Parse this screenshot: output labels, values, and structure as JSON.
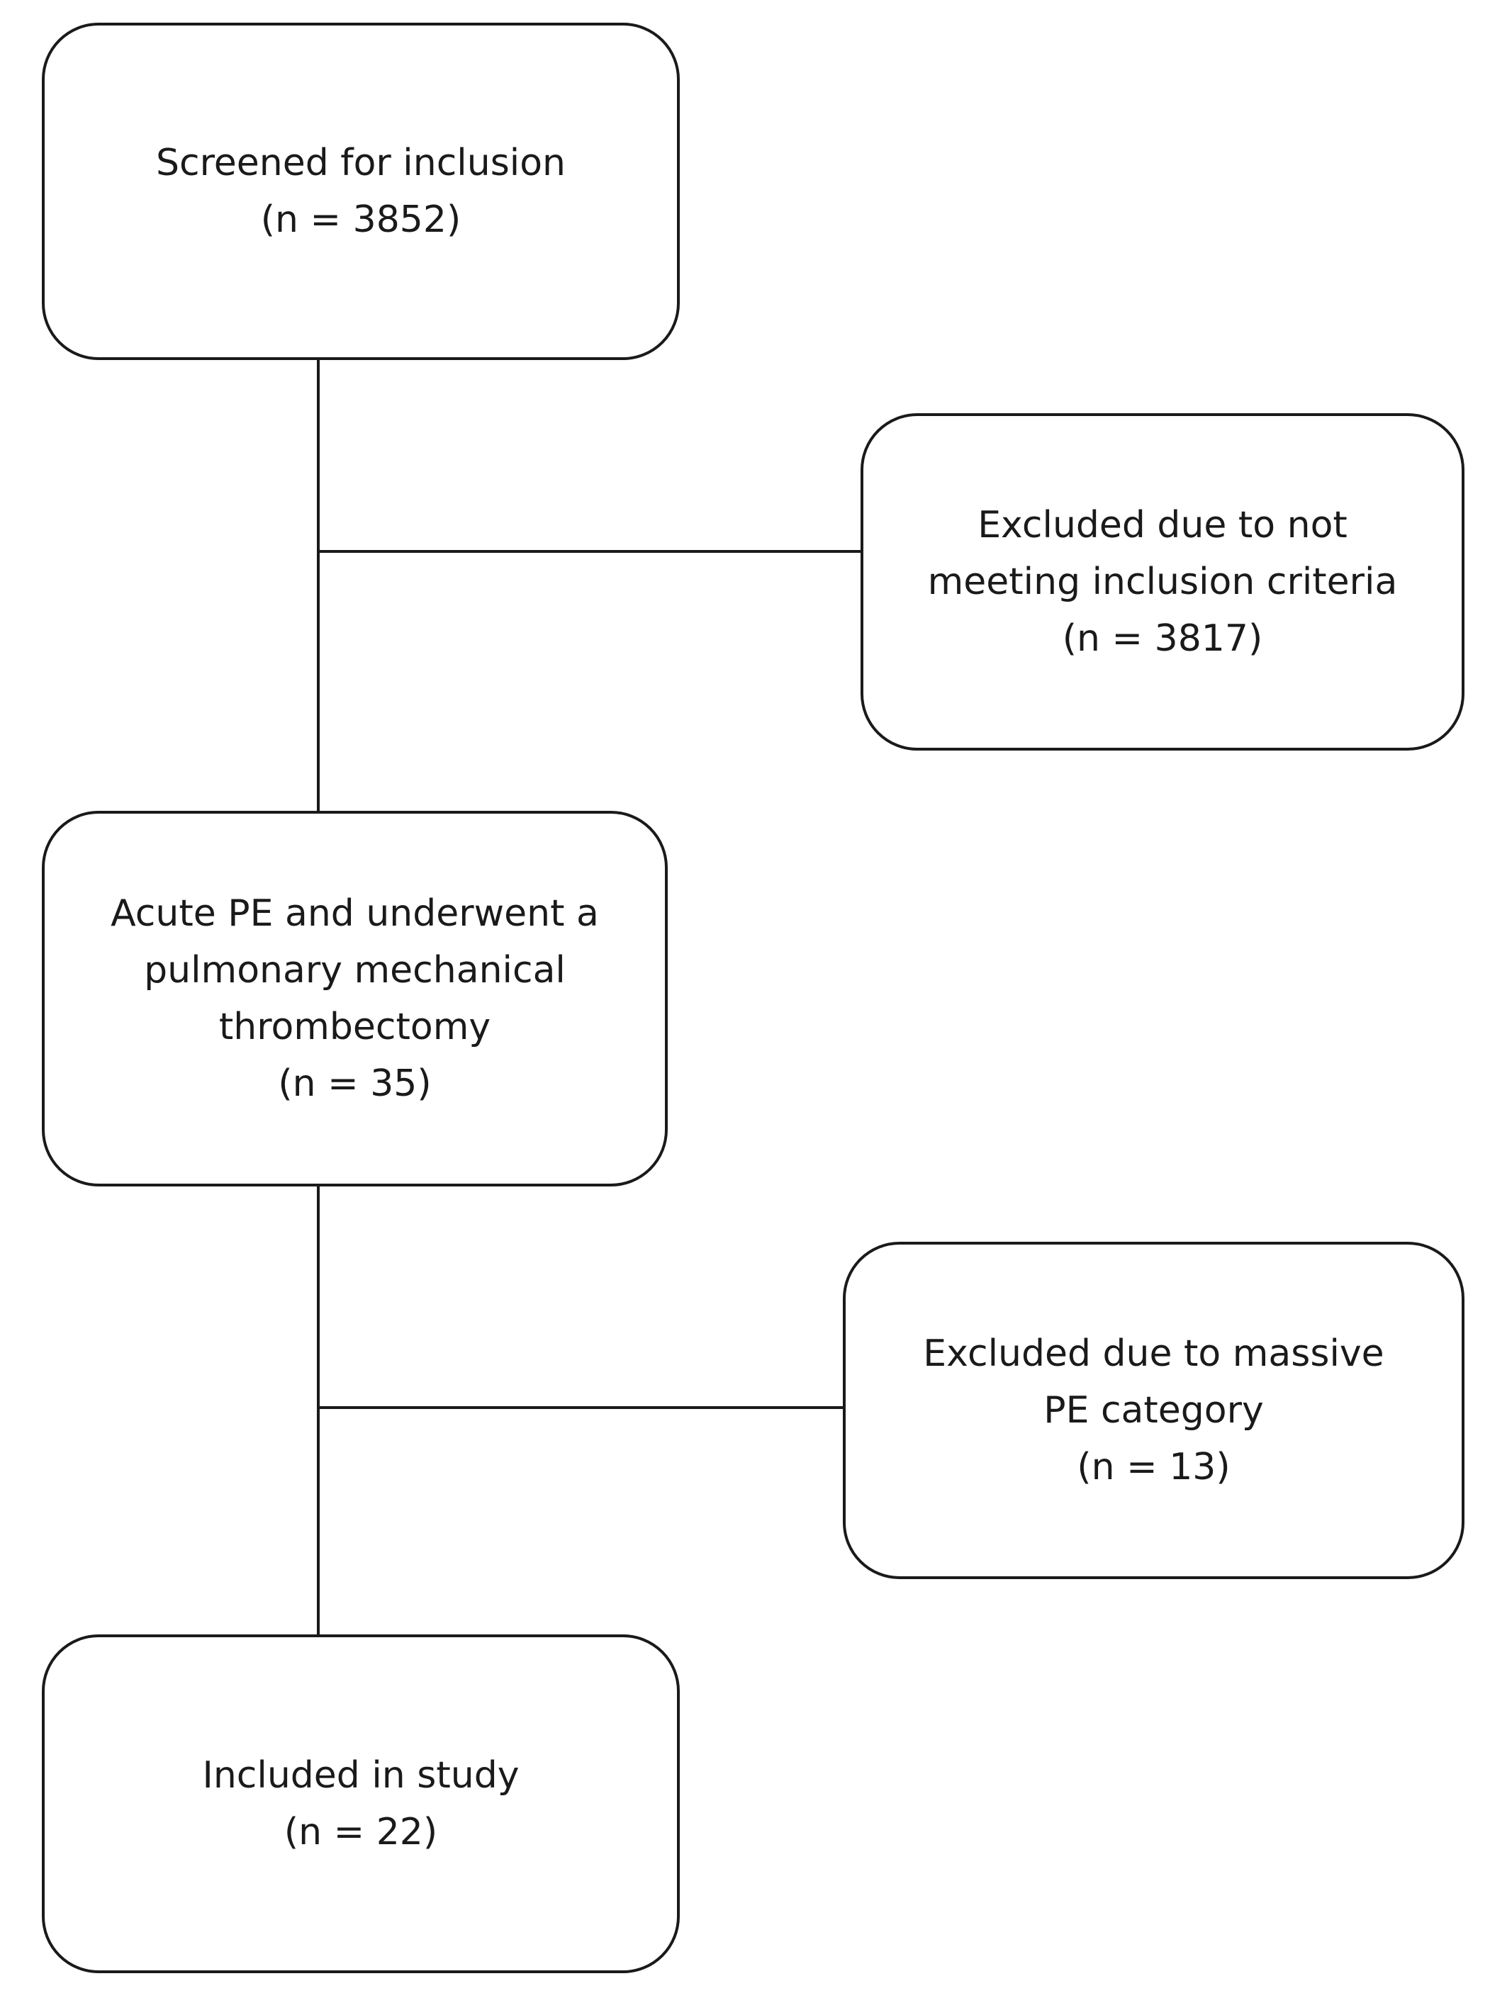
{
  "flowchart": {
    "screened": {
      "line1": "Screened for inclusion",
      "line2": "(n = 3852)"
    },
    "excluded_criteria": {
      "line1": "Excluded due to not",
      "line2": "meeting inclusion criteria",
      "line3": "(n = 3817)"
    },
    "acute_pe": {
      "line1": "Acute PE and underwent a",
      "line2": "pulmonary mechanical",
      "line3": "thrombectomy",
      "line4": "(n = 35)"
    },
    "excluded_massive": {
      "line1": "Excluded due to massive",
      "line2": "PE category",
      "line3": "(n = 13)"
    },
    "included": {
      "line1": "Included in study",
      "line2": "(n = 22)"
    }
  }
}
